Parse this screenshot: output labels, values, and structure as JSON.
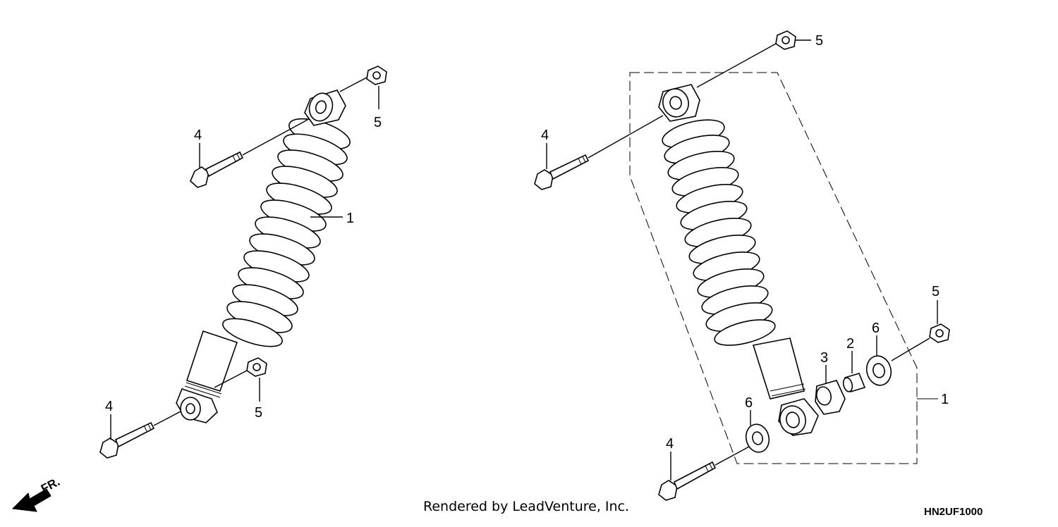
{
  "callouts": {
    "left_4_top": "4",
    "left_5_top": "5",
    "left_1": "1",
    "left_4_bottom": "4",
    "left_5_bottom": "5",
    "right_5_top": "5",
    "right_4_top": "4",
    "right_5_mid": "5",
    "right_6_right": "6",
    "right_2": "2",
    "right_3": "3",
    "right_1": "1",
    "right_6_left": "6",
    "right_4_bottom": "4"
  },
  "direction_label": "FR.",
  "footer": {
    "credit": "Rendered by LeadVenture, Inc.",
    "code": "HN2UF1000"
  }
}
